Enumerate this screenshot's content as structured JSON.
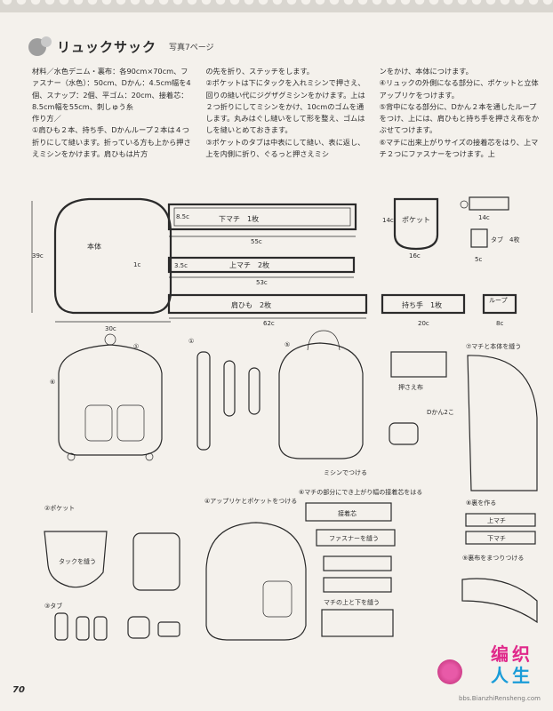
{
  "header": {
    "title": "リュックサック",
    "photo_ref": "写真7ページ"
  },
  "text": {
    "col1": "材料／水色デニム・裏布：各90cm×70cm、ファスナー（水色）：50cm、Dかん：4.5cm幅を4個、スナップ：2個、平ゴム：20cm、接着芯：8.5cm幅を55cm、刺しゅう糸\n作り方／\n①肩ひも２本、持ち手、Dかんループ２本は４つ折りにして縫います。折っている方も上から押さえミシンをかけます。肩ひもは片方",
    "col2": "の先を折り、ステッチをします。\n②ポケットは下にタックを入れミシンで押さえ、回りの縫い代にジグザグミシンをかけます。上は２つ折りにしてミシンをかけ、10cmのゴムを通します。丸みはぐし縫いをして形を整え、ゴムはしを縫いとめておきます。\n③ポケットのタブは中表にして縫い、表に返し、上を内側に折り、ぐるっと押さえミシ",
    "col3": "ンをかけ、本体につけます。\n④リュックの外側になる部分に、ポケットと立体アップリケをつけます。\n⑤背中になる部分に、Dかん２本を通したループをつけ、上には、肩ひもと持ち手を押さえ布をかぶせてつけます。\n⑥マチに出来上がりサイズの接着芯をはり、上マチ２つにファスナーをつけます。上"
  },
  "diagram": {
    "body_label": "本体",
    "body_h": "39c",
    "body_w": "30c",
    "cm1": "1c",
    "lower_gusset": "下マチ　1枚",
    "lower_gusset_h": "8.5c",
    "lower_gusset_w": "55c",
    "upper_gusset": "上マチ　2枚",
    "upper_gusset_h": "3.5c",
    "upper_gusset_w": "53c",
    "strap": "肩ひも　2枚",
    "strap_w": "62c",
    "pocket": "ポケット",
    "pocket_w": "16c",
    "pocket_h": "14c",
    "flap_w": "14c",
    "tab": "タブ　4枚",
    "tab_w": "5c",
    "handle": "持ち手　1枚",
    "handle_w": "20c",
    "loop": "ループ",
    "loop_w": "8c",
    "n1": "①",
    "n5": "⑤",
    "n6": "⑥",
    "machine_attach": "ミシンでつける",
    "d_ring": "Dかん2こ",
    "press_stitch": "押さえ布",
    "step7": "⑦マチと本体を縫う",
    "step2": "②ポケット",
    "attach_tuck": "タックを縫う",
    "step3": "③タブ",
    "step4": "④アップリケとポケットをつける",
    "step6": "⑥マチの部分にでき上がり幅の接着芯をはる",
    "interfacing": "接着芯",
    "zipper": "ファスナーを縫う",
    "gusset_top_bottom": "マチの上と下を縫う",
    "step8": "⑧裏を作る",
    "upper_gusset_short": "上マチ",
    "lower_gusset_short": "下マチ",
    "step9": "⑨裏布をまつりつける"
  },
  "footer": {
    "page": "70"
  },
  "watermark": {
    "line1": "编织",
    "line2": "人生",
    "url": "bbs.BianzhiRensheng.com"
  }
}
